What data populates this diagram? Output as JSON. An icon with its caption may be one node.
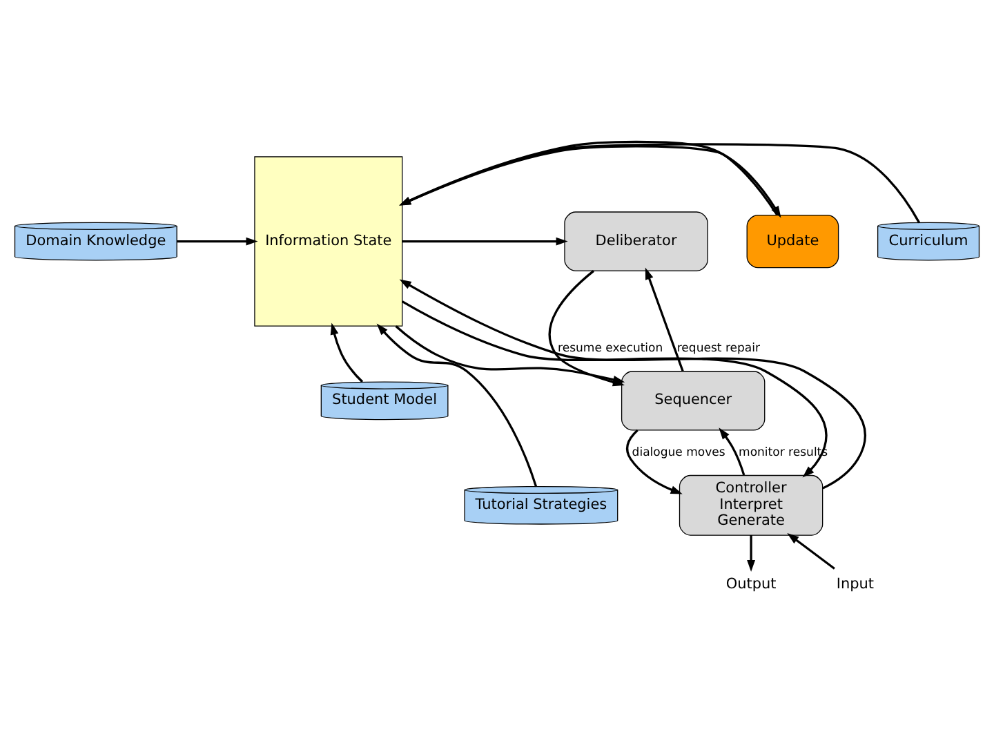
{
  "diagram": {
    "nodes": [
      {
        "text": [
          "Domain Knowledge"
        ]
      },
      {
        "text": [
          "Student Model"
        ]
      },
      {
        "text": [
          "Curriculum"
        ]
      },
      {
        "text": [
          "Tutorial Strategies"
        ]
      },
      {
        "text": [
          "Information State"
        ]
      },
      {
        "text": [
          "Deliberator"
        ]
      },
      {
        "text": [
          "Sequencer"
        ]
      },
      {
        "text": [
          "Update"
        ]
      },
      {
        "text": [
          "Controller",
          "Interpret",
          "Generate"
        ]
      },
      {
        "text": [
          "Input"
        ]
      },
      {
        "text": [
          "Output"
        ]
      }
    ],
    "edges": [
      {
        "from": 0,
        "to": 4,
        "arrow": "to"
      },
      {
        "from": 1,
        "to": 4,
        "arrow": "to"
      },
      {
        "from": 2,
        "to": 4,
        "arrow": "to"
      },
      {
        "from": 3,
        "to": 4,
        "arrow": "to"
      },
      {
        "from": 4,
        "to": 5,
        "arrow": "to"
      },
      {
        "from": 5,
        "to": 6,
        "arrow": "to",
        "label": "resume execution"
      },
      {
        "from": 6,
        "to": 5,
        "arrow": "to",
        "label": "request repair"
      },
      {
        "from": 4,
        "to": 6,
        "arrow": "to"
      },
      {
        "from": 7,
        "to": 4,
        "arrow": "to"
      },
      {
        "from": 4,
        "to": 7,
        "arrow": "to"
      },
      {
        "from": 6,
        "to": 8,
        "arrow": "to",
        "label": "dialogue moves"
      },
      {
        "from": 8,
        "to": 6,
        "arrow": "to",
        "label": "monitor results"
      },
      {
        "from": 4,
        "to": 8,
        "arrow": "to"
      },
      {
        "from": 8,
        "to": 4,
        "arrow": "to"
      },
      {
        "from": 9,
        "to": 8,
        "arrow": "to"
      },
      {
        "from": 8,
        "to": 10,
        "arrow": "to"
      }
    ]
  }
}
